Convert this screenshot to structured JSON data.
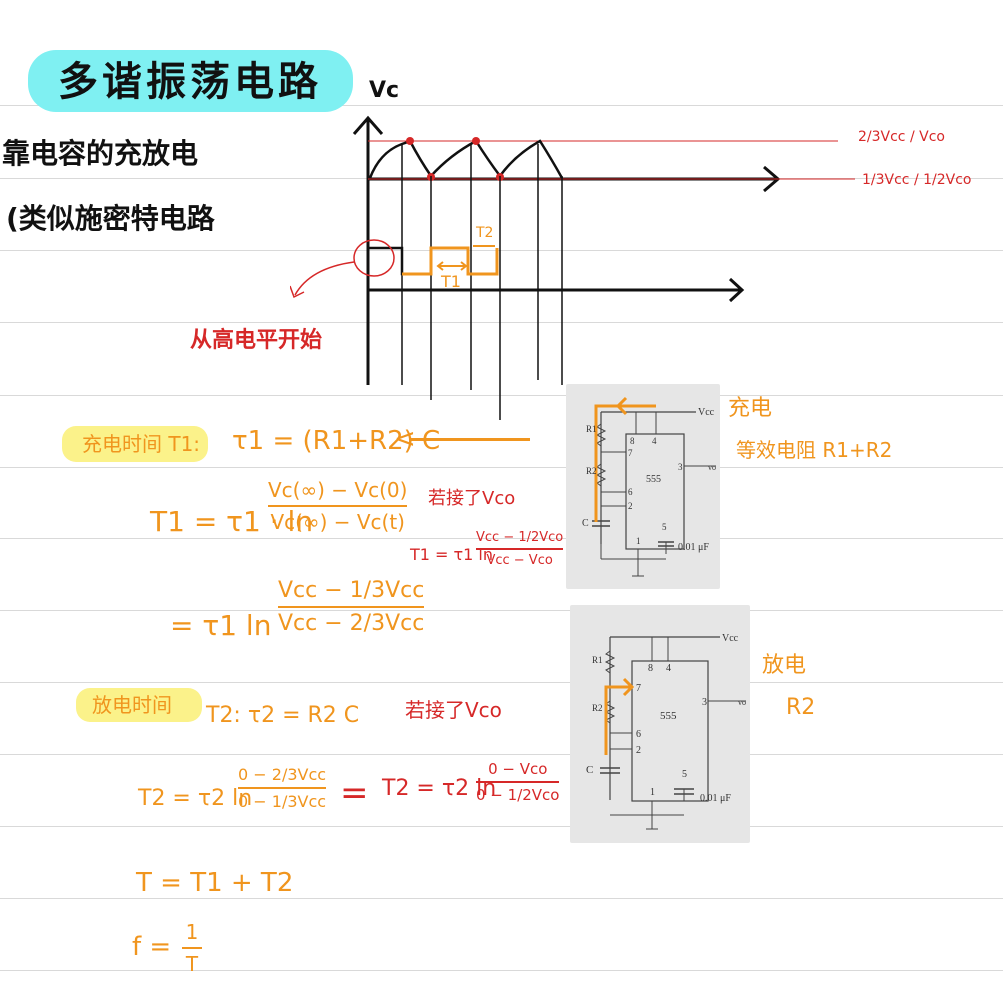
{
  "title": "多谐振荡电路",
  "notes": {
    "line1": "靠电容的充放电",
    "line2": "(类似施密特电路",
    "start_high": "从高电平开始"
  },
  "graph": {
    "y_label": "Vc",
    "upper_level_label": "2/3Vcc / Vco",
    "lower_level_label": "1/3Vcc / 1/2Vco",
    "t1_label": "T1",
    "t2_label": "T2"
  },
  "charge": {
    "heading": "充电时间 T1:",
    "tau": "τ1 = (R1+R2) C",
    "arrow": "<",
    "formula_prefix": "T1 = τ1 · ln",
    "formula_num": "Vc(∞) − Vc(0)",
    "formula_den": "Vc(∞) − Vc(t)",
    "note_vco": "若接了Vco",
    "vco_prefix": "T1 = τ1 ln",
    "vco_num": "Vcc − 1/2Vco",
    "vco_den": "Vcc − Vco",
    "result_prefix": "= τ1 ln",
    "result_num": "Vcc − 1/3Vcc",
    "result_den": "Vcc − 2/3Vcc"
  },
  "discharge": {
    "heading": "放电时间",
    "tau": "T2:  τ2 = R2 C",
    "note_vco": "若接了Vco",
    "formula_prefix": "T2 = τ2 ln",
    "formula_num": "0 − 2/3Vcc",
    "formula_den": "0 − 1/3Vcc",
    "equals": "=",
    "vco_prefix": "T2 = τ2 ln",
    "vco_num": "0 − Vco",
    "vco_den": "0 − 1/2Vco"
  },
  "period": {
    "t_formula": "T = T1 + T2",
    "f_label": "f =",
    "f_num": "1",
    "f_den": "T"
  },
  "circuit_charge": {
    "label": "充电",
    "desc": "等效电阻 R1+R2",
    "chip": "555",
    "cap": "0.01 μF",
    "vcc": "Vcc",
    "pin8": "8",
    "pin4": "4",
    "pin7": "7",
    "pin6": "6",
    "pin2": "2",
    "pin3": "3",
    "pin1": "1",
    "pin5": "5",
    "r1": "R1",
    "r2": "R2",
    "c": "C",
    "vo": "vo"
  },
  "circuit_discharge": {
    "label": "放电",
    "desc": "R2",
    "chip": "555",
    "cap": "0.01 μF",
    "vcc": "Vcc",
    "pin8": "8",
    "pin4": "4",
    "pin7": "7",
    "pin6": "6",
    "pin2": "2",
    "pin3": "3",
    "pin1": "1",
    "pin5": "5",
    "r1": "R1",
    "r2": "R2",
    "c": "C",
    "vo": "vo"
  },
  "colors": {
    "accent_cyan": "#7ff0f2",
    "highlight_yellow": "#fbf28a",
    "ink_red": "#d62828",
    "ink_orange": "#f0951e"
  }
}
